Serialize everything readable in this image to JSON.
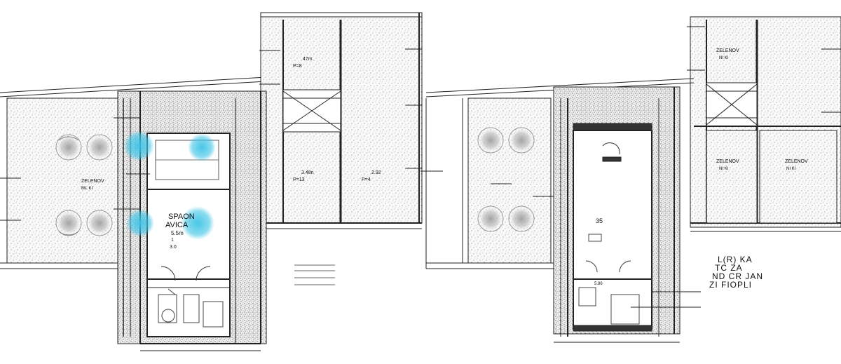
{
  "plan_left": {
    "garden_label": "ZELENOV",
    "garden_sub": "BIL KI",
    "room_label_1": "SPAON",
    "room_label_2": "AVICA",
    "room_label_3": "5.5m",
    "room_label_4": "1",
    "room_label_5": "3.0",
    "area_top": "47m",
    "area_top_p": "P=8",
    "area_mid_1": "3.48n",
    "area_mid_1_p": "P=13",
    "area_mid_2": "2.92",
    "area_mid_2_p": "P=4"
  },
  "plan_right": {
    "garden_a": "ZELENOV",
    "garden_a_sub": "NI KI",
    "garden_b": "ZELENOV",
    "garden_b_sub": "NI KI",
    "garden_c": "ZELENOV",
    "garden_c_sub": "NI KI",
    "room_area": "35",
    "dim_small": "5.86",
    "title_1": "L(R) KA",
    "title_2": "TC ZA",
    "title_3": "ND CR JAN",
    "title_4": "ZI FIOPLI"
  },
  "colors": {
    "line": "#222222",
    "stipple": "#bdbdbd",
    "highlight": "#3ec4e6"
  }
}
